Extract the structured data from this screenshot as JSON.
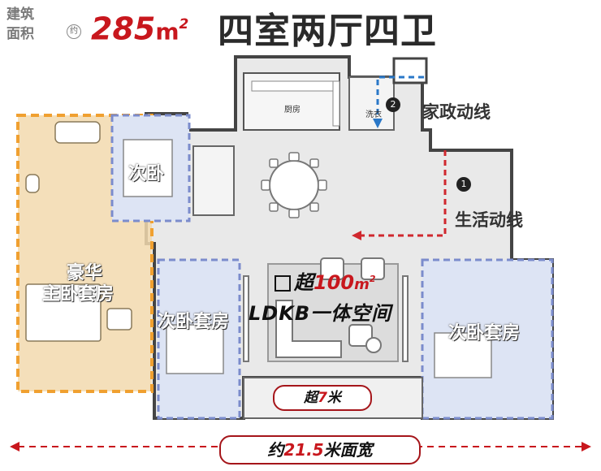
{
  "header": {
    "label_line1": "建筑",
    "label_line2": "面积",
    "approx_mark": "约",
    "area_value": "285",
    "area_unit": "m",
    "area_unit_sup": "2",
    "layout_title": "四室两厅四卫"
  },
  "plan": {
    "kitchen": "厨房",
    "laundry": "洗衣",
    "marker_1": "1",
    "marker_2": "2",
    "service_route": "家政动线",
    "living_route": "生活动线",
    "secondary_bedroom": "次卧",
    "master_suite_line1": "豪华",
    "master_suite_line2": "主卧套房",
    "suite_left": "次卧套房",
    "suite_right": "次卧套房",
    "ldkb_prefix": "超",
    "ldkb_area": "100",
    "ldkb_unit": "m",
    "ldkb_unit_sup": "2",
    "ldkb_text": "LDKB一体空间",
    "balcony_prefix": "超",
    "balcony_value": "7",
    "balcony_unit": "米",
    "frontage_prefix": "约",
    "frontage_value": "21.5",
    "frontage_unit": "米面宽"
  },
  "colors": {
    "red": "#c8171d",
    "master_suite_fill": "#f2d9ae",
    "master_suite_border": "#f0a030",
    "bedroom_fill": "#dde4f4",
    "bedroom_border": "#7b8ccc",
    "living_route": "#d0282e",
    "service_route": "#2a78c8",
    "wall": "#444444"
  }
}
